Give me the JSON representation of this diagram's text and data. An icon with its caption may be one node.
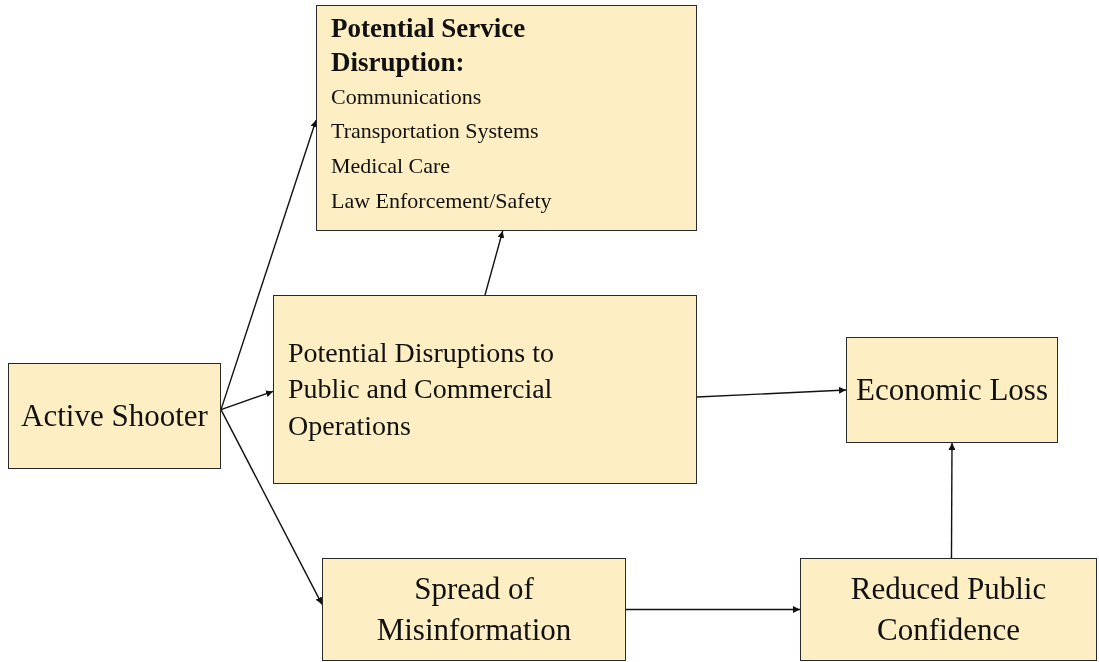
{
  "diagram": {
    "nodes": [
      {
        "text": [
          "Active Shooter"
        ]
      },
      {
        "text": [
          "Potential Service Disruption:",
          "Communications",
          "Transportation Systems",
          "Medical Care",
          "Law Enforcement/Safety"
        ]
      },
      {
        "text": [
          "Potential Disruptions to Public and Commercial Operations"
        ]
      },
      {
        "text": [
          "Economic Loss"
        ]
      },
      {
        "text": [
          "Spread of Misinformation"
        ]
      },
      {
        "text": [
          "Reduced Public Confidence"
        ]
      }
    ],
    "edges": [
      {
        "from": 0,
        "to": 1,
        "arrow": "to"
      },
      {
        "from": 0,
        "to": 2,
        "arrow": "to"
      },
      {
        "from": 0,
        "to": 4,
        "arrow": "to"
      },
      {
        "from": 2,
        "to": 1,
        "arrow": "to"
      },
      {
        "from": 2,
        "to": 3,
        "arrow": "to"
      },
      {
        "from": 4,
        "to": 5,
        "arrow": "to"
      },
      {
        "from": 5,
        "to": 3,
        "arrow": "to"
      }
    ]
  }
}
